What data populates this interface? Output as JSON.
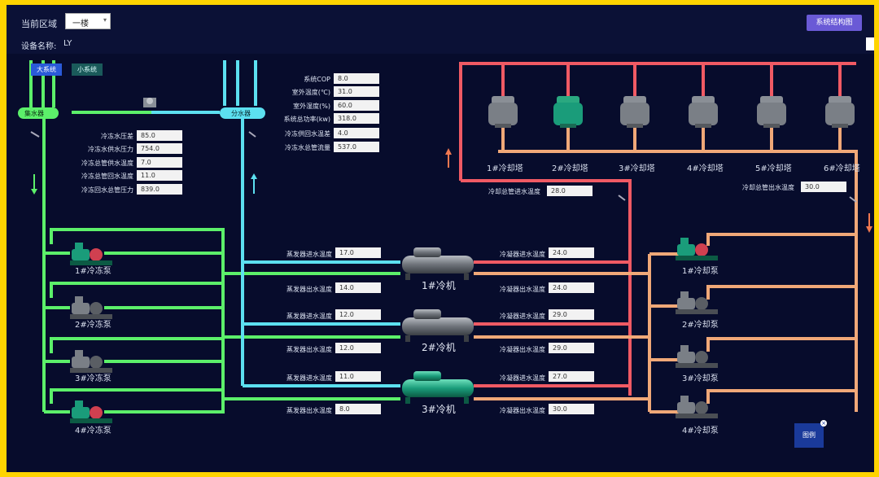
{
  "header": {
    "area_label": "当前区域",
    "area_value": "一楼",
    "device_name_label": "设备名称:",
    "device_name_value": "LY",
    "structure_button": "系统结构图"
  },
  "system_toggle": {
    "big": "大系统",
    "small": "小系统"
  },
  "headers": {
    "collector": "集水器",
    "distributor": "分水器"
  },
  "chilled_params": [
    {
      "label": "冷冻水压差",
      "value": "85.0"
    },
    {
      "label": "冷冻水供水压力",
      "value": "754.0"
    },
    {
      "label": "冷冻总管供水温度",
      "value": "7.0"
    },
    {
      "label": "冷冻总管回水温度",
      "value": "11.0"
    },
    {
      "label": "冷冻回水总管压力",
      "value": "839.0"
    }
  ],
  "system_params": [
    {
      "label": "系统COP",
      "value": "8.0"
    },
    {
      "label": "室外温度(℃)",
      "value": "31.0"
    },
    {
      "label": "室外湿度(%)",
      "value": "60.0"
    },
    {
      "label": "系统总功率(kw)",
      "value": "318.0"
    },
    {
      "label": "冷冻供回水温差",
      "value": "4.0"
    },
    {
      "label": "冷冻水总管流量",
      "value": "537.0"
    }
  ],
  "chillers": [
    {
      "name": "1#冷机",
      "evap_in_label": "蒸发器进水温度",
      "evap_in": "17.0",
      "evap_out_label": "蒸发器出水温度",
      "evap_out": "14.0",
      "cond_in_label": "冷凝器进水温度",
      "cond_in": "24.0",
      "cond_out_label": "冷凝器出水温度",
      "cond_out": "24.0",
      "status": "stopped"
    },
    {
      "name": "2#冷机",
      "evap_in_label": "蒸发器进水温度",
      "evap_in": "12.0",
      "evap_out_label": "蒸发器出水温度",
      "evap_out": "12.0",
      "cond_in_label": "冷凝器进水温度",
      "cond_in": "29.0",
      "cond_out_label": "冷凝器出水温度",
      "cond_out": "29.0",
      "status": "stopped"
    },
    {
      "name": "3#冷机",
      "evap_in_label": "蒸发器进水温度",
      "evap_in": "11.0",
      "evap_out_label": "蒸发器出水温度",
      "evap_out": "8.0",
      "cond_in_label": "冷凝器进水温度",
      "cond_in": "27.0",
      "cond_out_label": "冷凝器出水温度",
      "cond_out": "30.0",
      "status": "running"
    }
  ],
  "chilled_pumps": [
    {
      "name": "1#冷冻泵",
      "status": "running"
    },
    {
      "name": "2#冷冻泵",
      "status": "stopped"
    },
    {
      "name": "3#冷冻泵",
      "status": "stopped"
    },
    {
      "name": "4#冷冻泵",
      "status": "running"
    }
  ],
  "cooling_pumps": [
    {
      "name": "1#冷却泵",
      "status": "running"
    },
    {
      "name": "2#冷却泵",
      "status": "stopped"
    },
    {
      "name": "3#冷却泵",
      "status": "stopped"
    },
    {
      "name": "4#冷却泵",
      "status": "stopped"
    }
  ],
  "towers": [
    {
      "name": "1#冷却塔",
      "status": "stopped"
    },
    {
      "name": "2#冷却塔",
      "status": "running"
    },
    {
      "name": "3#冷却塔",
      "status": "stopped"
    },
    {
      "name": "4#冷却塔",
      "status": "stopped"
    },
    {
      "name": "5#冷却塔",
      "status": "stopped"
    },
    {
      "name": "6#冷却塔",
      "status": "stopped"
    }
  ],
  "cooling_supply": {
    "label": "冷却总管进水温度",
    "value": "28.0"
  },
  "cooling_return": {
    "label": "冷却总管出水温度",
    "value": "30.0"
  },
  "legend_button": "图例",
  "colors": {
    "chilled_supply": "#5cf06a",
    "chilled_return": "#5ce0f0",
    "cooling_hot": "#f05a64",
    "cooling_warm": "#f0a878",
    "running": "#1a9c7a",
    "stopped": "#7a7f86"
  }
}
